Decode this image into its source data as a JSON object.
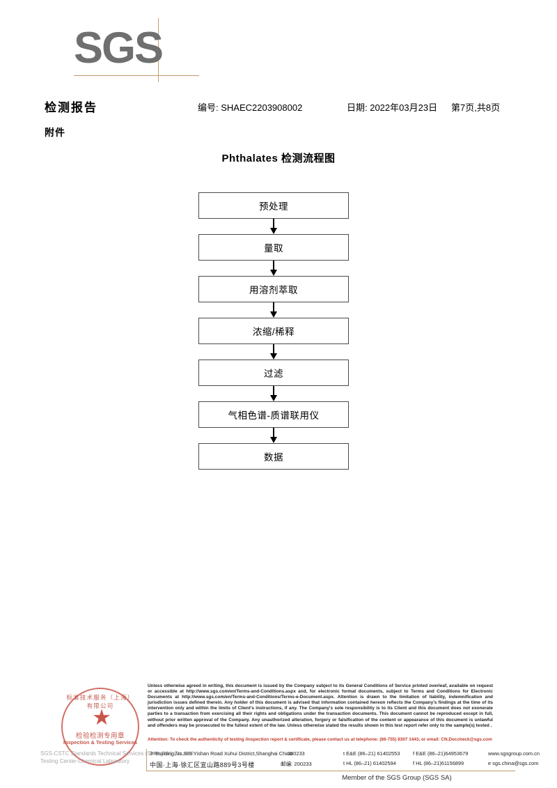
{
  "logo": {
    "text": "SGS"
  },
  "header": {
    "title": "检测报告",
    "report_no": "编号: SHAEC2203908002",
    "date": "日期: 2022年03月23日",
    "page": "第7页,共8页",
    "subtitle": "附件"
  },
  "flowchart": {
    "title": "Phthalates 检测流程图",
    "steps": [
      {
        "label": "预处理"
      },
      {
        "label": "量取"
      },
      {
        "label": "用溶剂萃取"
      },
      {
        "label": "浓缩/稀释"
      },
      {
        "label": "过滤"
      },
      {
        "label": "气相色谱-质谱联用仪"
      },
      {
        "label": "数据"
      }
    ]
  },
  "seal": {
    "arc_text": "标准技术服务（上海）有限公司",
    "star": "★",
    "cn_text": "检验检测专用章",
    "en_text": "Inspection & Testing Services",
    "faint_line_1": "SGS-CSTC Standards Technical Services (Shanghai) Co., Ltd.",
    "faint_line_2": "Testing Center-Chemical Laboratory"
  },
  "footer": {
    "legal": "Unless otherwise agreed in writing, this document is issued by the Company subject to its General Conditions of Service printed overleaf, available on request or accessible at http://www.sgs.com/en/Terms-and-Conditions.aspx and, for electronic format documents, subject to Terms and Conditions for Electronic Documents at http://www.sgs.com/en/Terms-and-Conditions/Terms-e-Document.aspx. Attention is drawn to the limitation of liability, indemnification and jurisdiction issues defined therein. Any holder of this document is advised that information contained hereon reflects the Company's findings at the time of its intervention only and within the limits of Client's instructions, if any. The Company's sole responsibility is to its Client and this document does not exonerate parties to a transaction from exercising all their rights and obligations under the transaction documents. This document cannot be reproduced except in full, without prior written approval of the Company. Any unauthorized alteration, forgery or falsification of the content or appearance of this document is unlawful and offenders may be prosecuted to the fullest extent of the law. Unless otherwise stated the results shown in this test report refer only to the sample(s) tested .",
    "attention": "Attention: To check the authenticity of testing /inspection report & certificate, please contact us at telephone: (86-755) 8307 1443, or email: CN.Doccheck@sgs.com",
    "address_en": "3ʳᵈBuilding,No.889 Yishan Road Xuhui District,Shanghai China",
    "address_cn": "中国·上海·徐汇区宜山路889号3号楼",
    "zip_en": "200233",
    "zip_cn": "邮编: 200233",
    "tel_en_1": "t E&E (86–21) 61402553",
    "tel_en_2": "f E&E (86–21)64953679",
    "tel_cn_1": "t HL (86–21) 61402594",
    "tel_cn_2": "f HL (86–21)61156899",
    "web": "www.sgsgroup.com.cn",
    "email": "e sgs.china@sgs.com",
    "member": "Member of the SGS Group (SGS SA)"
  },
  "colors": {
    "logo_gray": "#6f6f6f",
    "rule_tan": "#c49a6c",
    "seal_red": "#c0392b",
    "box_border": "#4a4a4a"
  }
}
